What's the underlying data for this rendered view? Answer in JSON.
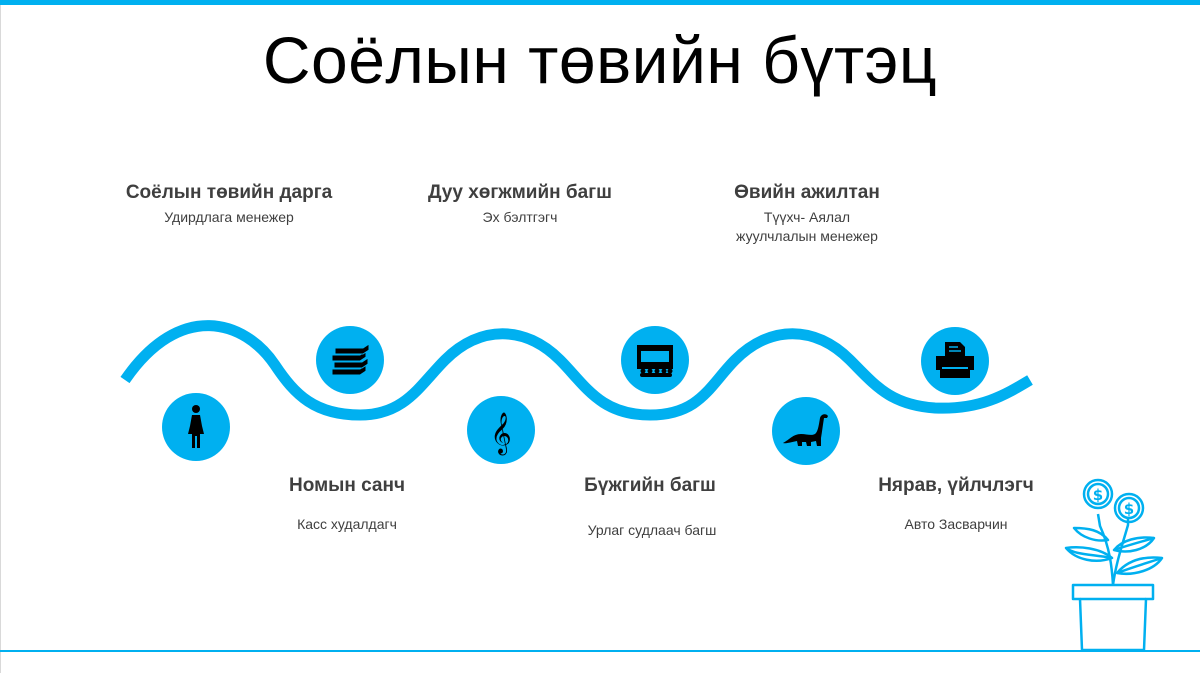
{
  "slide": {
    "title": "Соёлын төвийн бүтэц",
    "accent_color": "#00b0f0",
    "text_color": "#3f3f3f"
  },
  "roles_top": [
    {
      "title": "Соёлын төвийн дарга",
      "subtitle": "Удирдлага менежер",
      "icon": "books-icon"
    },
    {
      "title": "Дуу хөгжмийн багш",
      "subtitle": "Эх бэлтгэгч",
      "icon": "theater-stage-icon"
    },
    {
      "title": "Өвийн ажилтан",
      "subtitle": "Түүхч- Аялал жуулчлалын менежер",
      "icon": "printer-icon"
    }
  ],
  "roles_bottom": [
    {
      "title": "Номын санч",
      "subtitle": "Касс худалдагч",
      "icon": "woman-icon"
    },
    {
      "title": "Бүжгийн багш",
      "subtitle": "Урлаг судлаач багш",
      "icon": "treble-clef-icon"
    },
    {
      "title": "Нярав, үйлчлэгч",
      "subtitle": "Авто Засварчин",
      "icon": "dinosaur-icon"
    }
  ],
  "decoration": {
    "icon": "money-plant-icon"
  }
}
